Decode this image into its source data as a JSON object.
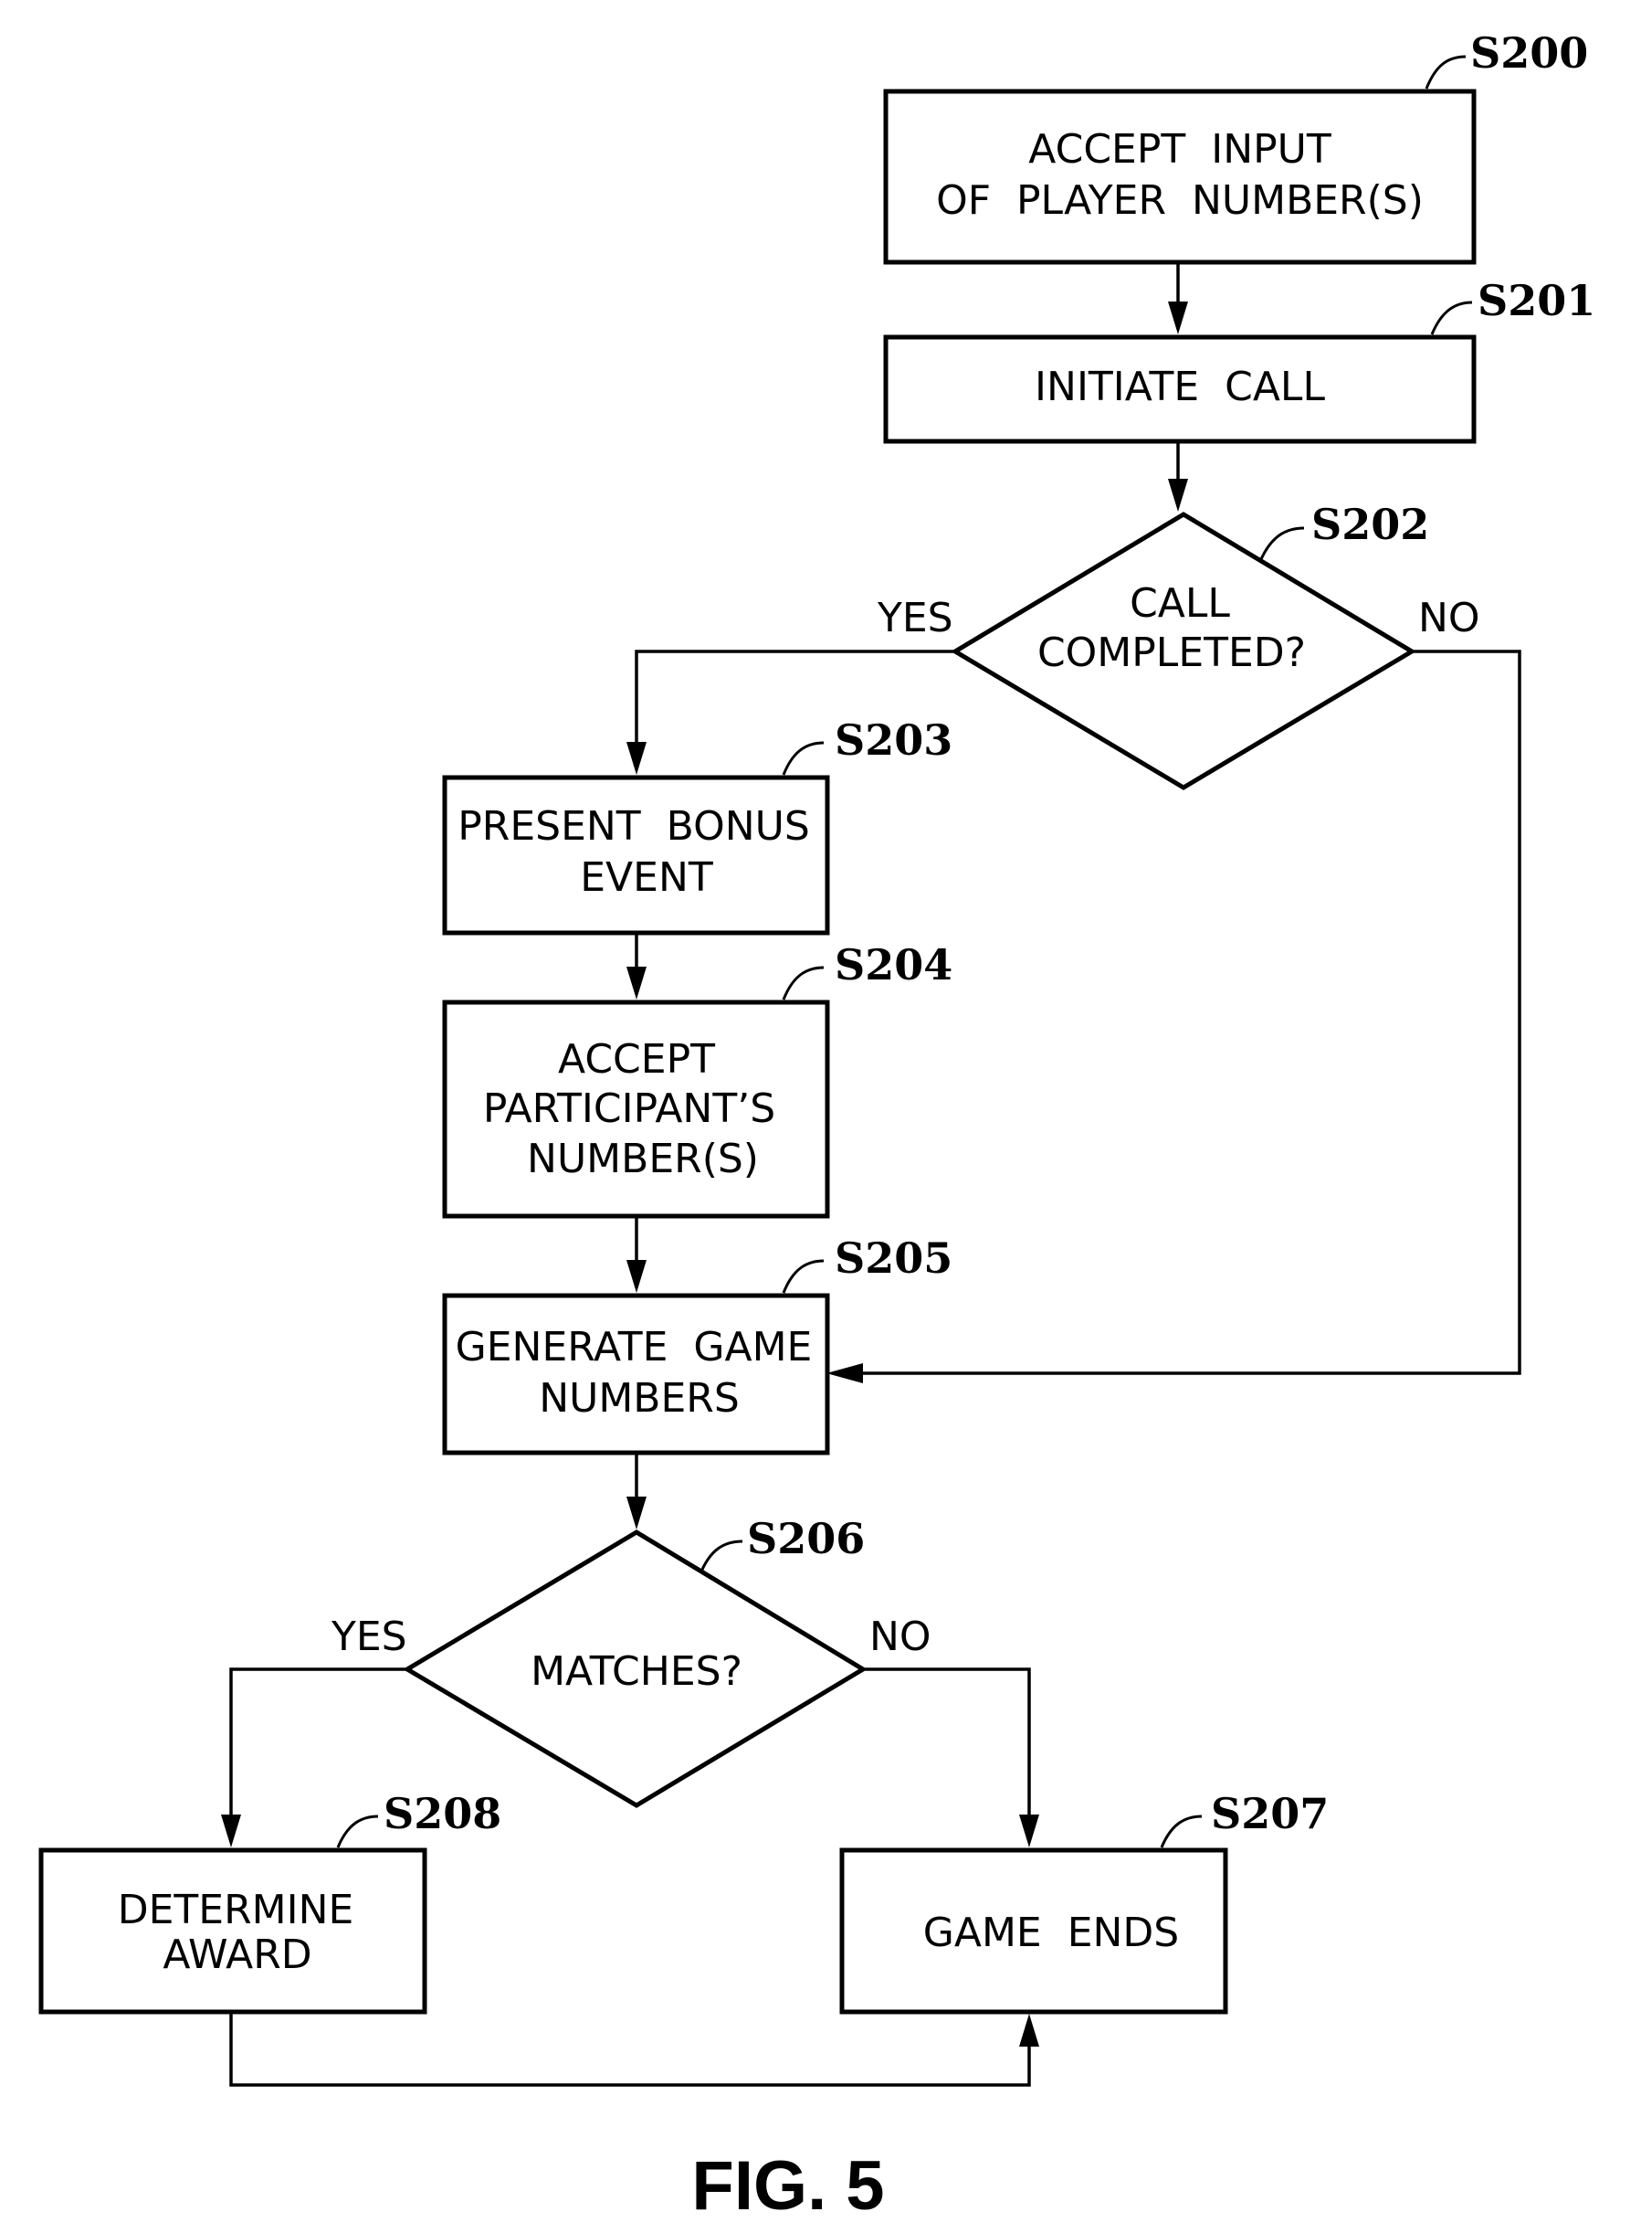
{
  "steps": {
    "s200": {
      "ref": "S200",
      "line1": "ACCEPT  INPUT",
      "line2": "OF  PLAYER  NUMBER(S)"
    },
    "s201": {
      "ref": "S201",
      "line1": "INITIATE  CALL"
    },
    "s202": {
      "ref": "S202",
      "line1": "CALL",
      "line2": "COMPLETED?",
      "yes": "YES",
      "no": "NO"
    },
    "s203": {
      "ref": "S203",
      "line1": "PRESENT  BONUS",
      "line2": "EVENT"
    },
    "s204": {
      "ref": "S204",
      "line1": "ACCEPT",
      "line2": "PARTICIPANT’S",
      "line3": "NUMBER(S)"
    },
    "s205": {
      "ref": "S205",
      "line1": "GENERATE  GAME",
      "line2": "NUMBERS"
    },
    "s206": {
      "ref": "S206",
      "line1": "MATCHES?",
      "yes": "YES",
      "no": "NO"
    },
    "s207": {
      "ref": "S207",
      "line1": "GAME  ENDS"
    },
    "s208": {
      "ref": "S208",
      "line1": "DETERMINE",
      "line2": "AWARD"
    }
  },
  "figure_label": "FIG. 5"
}
